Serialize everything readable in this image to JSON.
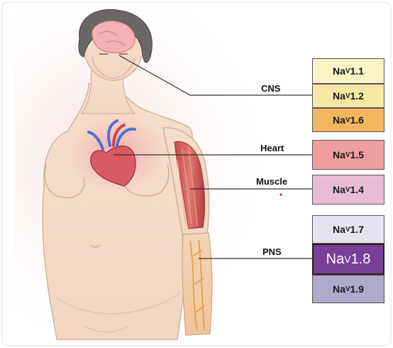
{
  "groups": [
    {
      "label": "CNS",
      "channels": [
        {
          "prefix": "Na",
          "sub": "V",
          "num": "1.1",
          "color": "#fbf2c6"
        },
        {
          "prefix": "Na",
          "sub": "V",
          "num": "1.2",
          "color": "#f8e6a6"
        },
        {
          "prefix": "Na",
          "sub": "V",
          "num": "1.6",
          "color": "#f2b65e"
        }
      ]
    },
    {
      "label": "Heart",
      "channels": [
        {
          "prefix": "Na",
          "sub": "V",
          "num": "1.5",
          "color": "#ef9ea0"
        }
      ]
    },
    {
      "label": "Muscle",
      "channels": [
        {
          "prefix": "Na",
          "sub": "V",
          "num": "1.4",
          "color": "#e9bcd4"
        }
      ]
    },
    {
      "label": "PNS",
      "channels": [
        {
          "prefix": "Na",
          "sub": "V",
          "num": "1.7",
          "color": "#e5e3ef"
        },
        {
          "prefix": "Na",
          "sub": "V",
          "num": "1.8",
          "color": "#7a3f97"
        },
        {
          "prefix": "Na",
          "sub": "V",
          "num": "1.9",
          "color": "#b0a9cc"
        }
      ]
    }
  ]
}
